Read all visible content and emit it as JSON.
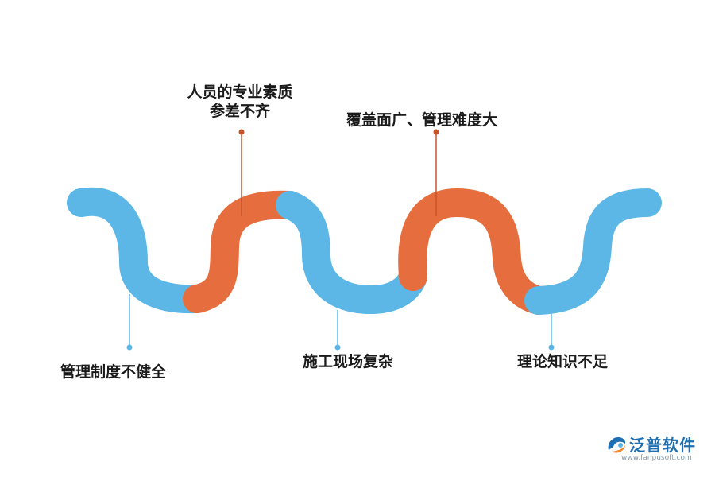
{
  "colors": {
    "blue": "#5db7e6",
    "orange": "#e66e3e",
    "blue_connector": "#5db7e6",
    "orange_connector": "#c8542a"
  },
  "labels": {
    "management_system": "管理制度不健全",
    "staff_quality_line1": "人员的专业素质",
    "staff_quality_line2": "参差不齐",
    "site_complex": "施工现场复杂",
    "coverage_wide": "覆盖面广、管理难度大",
    "theory_knowledge": "理论知识不足"
  },
  "logo": {
    "name": "泛普软件",
    "url": "www.fanpusoft.com",
    "icon": "fanpu-logo-icon"
  }
}
